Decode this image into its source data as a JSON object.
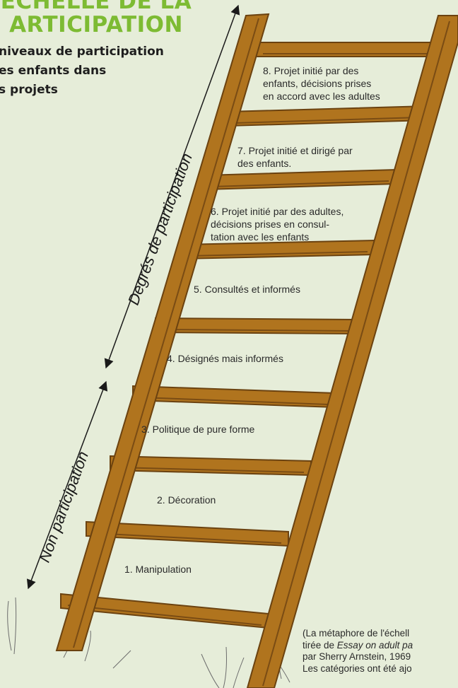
{
  "title": [
    "ÉCHELLE DE LA",
    "ARTICIPATION"
  ],
  "subtitle": [
    "niveaux de participation",
    "es enfants dans",
    "s projets"
  ],
  "axis_labels": {
    "participation": "Degrés de participation",
    "non_participation": "Non participation"
  },
  "rungs": [
    {
      "level": 8,
      "lines": [
        "8. Projet initié par des",
        "enfants, décisions prises",
        "en accord avec les adultes"
      ]
    },
    {
      "level": 7,
      "lines": [
        "7. Projet initié et dirigé par",
        "des enfants."
      ]
    },
    {
      "level": 6,
      "lines": [
        "6. Projet initié par des adultes,",
        "décisions prises en consul-",
        "tation avec les enfants"
      ]
    },
    {
      "level": 5,
      "lines": [
        "5. Consultés et informés"
      ]
    },
    {
      "level": 4,
      "lines": [
        "4. Désignés mais informés"
      ]
    },
    {
      "level": 3,
      "lines": [
        "3. Politique de pure forme"
      ]
    },
    {
      "level": 2,
      "lines": [
        "2. Décoration"
      ]
    },
    {
      "level": 1,
      "lines": [
        "1. Manipulation"
      ]
    }
  ],
  "citation": {
    "line1": "(La métaphore de l'échell",
    "line2_prefix": "tirée de ",
    "line2_italic": "Essay on adult pa",
    "line3": "par Sherry Arnstein, 1969",
    "line4": "Les catégories ont été ajo"
  },
  "colors": {
    "title": "#7dbb33",
    "wood": "#b0741e",
    "wood_dark": "#6b4210",
    "background": "#e6edd9"
  }
}
